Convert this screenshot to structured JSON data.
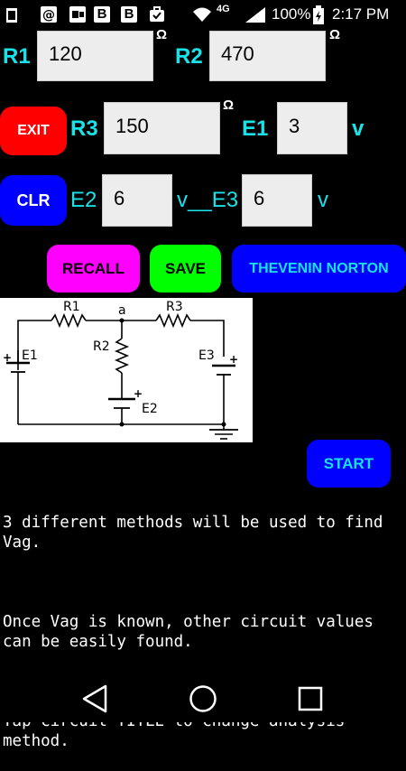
{
  "status_bar": {
    "box_b1": "B",
    "box_b2": "B",
    "network": "4G",
    "battery": "100%",
    "time": "2:17 PM"
  },
  "inputs": {
    "r1": {
      "label": "R1",
      "value": "120",
      "unit": "Ω"
    },
    "r2": {
      "label": "R2",
      "value": "470",
      "unit": "Ω"
    },
    "r3": {
      "label": "R3",
      "value": "150",
      "unit": "Ω"
    },
    "e1": {
      "label": "E1",
      "value": "3",
      "unit": "v"
    },
    "e2": {
      "label": "E2",
      "value": "6",
      "unit": "v__E3"
    },
    "e3": {
      "value": "6",
      "unit": "v"
    }
  },
  "buttons": {
    "exit": "EXIT",
    "clr": "CLR",
    "recall": "RECALL",
    "save": "SAVE",
    "thevenin": "THEVENIN NORTON",
    "start": "START"
  },
  "circuit": {
    "r1": "R1",
    "r2": "R2",
    "r3": "R3",
    "node_a": "a",
    "e1": "E1",
    "e2": "E2",
    "e3": "E3"
  },
  "description": {
    "line1": "3 different methods will be used to find Vag.",
    "line2": "Once Vag is known, other circuit values can be easily found.",
    "line3": "Tap circuit TITLE to change analysis method."
  },
  "colors": {
    "label": "#19e2e8",
    "exit": "#ff0000",
    "clr": "#0000ff",
    "recall": "#ff00ff",
    "save": "#00ff00",
    "thevenin": "#0000ff",
    "start": "#0000ff"
  }
}
